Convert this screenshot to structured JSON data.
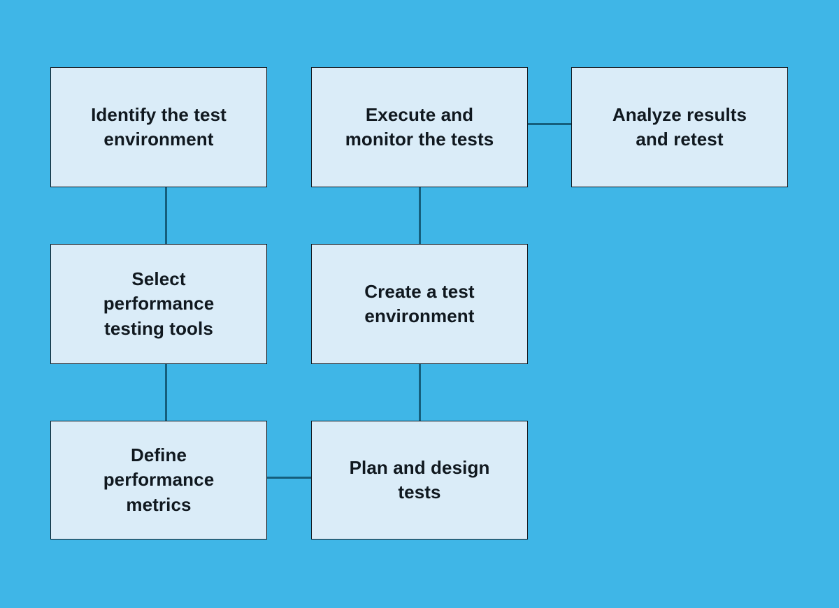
{
  "diagram": {
    "type": "flowchart",
    "nodes": [
      {
        "id": "identify-test-environment",
        "label": "Identify the test\nenvironment"
      },
      {
        "id": "execute-monitor-tests",
        "label": "Execute and\nmonitor the tests"
      },
      {
        "id": "analyze-results-retest",
        "label": "Analyze results\nand retest"
      },
      {
        "id": "select-performance-testing-tools",
        "label": "Select\nperformance\ntesting tools"
      },
      {
        "id": "create-test-environment",
        "label": "Create a test\nenvironment"
      },
      {
        "id": "define-performance-metrics",
        "label": "Define\nperformance\nmetrics"
      },
      {
        "id": "plan-design-tests",
        "label": "Plan and design\ntests"
      }
    ],
    "connections": [
      {
        "from": "identify-test-environment",
        "to": "select-performance-testing-tools",
        "orientation": "vertical"
      },
      {
        "from": "select-performance-testing-tools",
        "to": "define-performance-metrics",
        "orientation": "vertical"
      },
      {
        "from": "define-performance-metrics",
        "to": "plan-design-tests",
        "orientation": "horizontal"
      },
      {
        "from": "plan-design-tests",
        "to": "create-test-environment",
        "orientation": "vertical"
      },
      {
        "from": "create-test-environment",
        "to": "execute-monitor-tests",
        "orientation": "vertical"
      },
      {
        "from": "execute-monitor-tests",
        "to": "analyze-results-retest",
        "orientation": "horizontal"
      }
    ]
  },
  "colors": {
    "canvas-bg": "#3FB6E7",
    "node-fill": "#DAECF8",
    "node-border": "#10181F",
    "node-text": "#10181F",
    "connector": "#155E7C"
  }
}
